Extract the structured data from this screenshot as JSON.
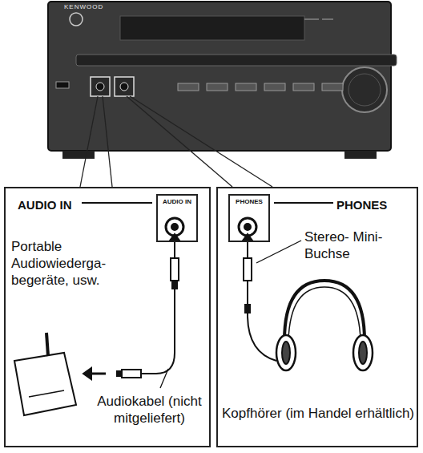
{
  "diagram": {
    "nodes": [
      {
        "text": [
          "AUDIO IN",
          "Portable Audiowiederga- begeräte, usw.",
          "Audiokabel (nicht mitgeliefert)"
        ]
      },
      {
        "text": [
          "AUDIO IN"
        ],
        "in": 0
      },
      {
        "text": [
          "PHONES",
          "Stereo- Mini-Buchse",
          "Kopfhörer (im Handel erhältlich)"
        ]
      },
      {
        "text": [
          "PHONES"
        ],
        "in": 2
      }
    ],
    "labels": [
      "KENWOOD"
    ]
  }
}
